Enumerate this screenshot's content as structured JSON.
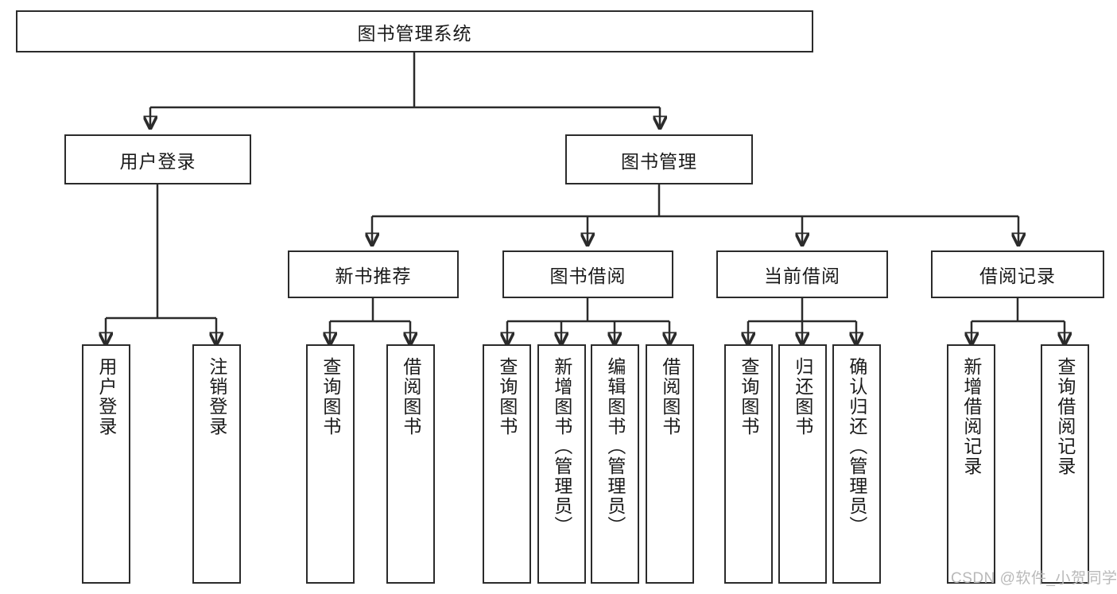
{
  "diagram": {
    "title": "图书管理系统",
    "type": "tree-hierarchy-diagram",
    "colors": {
      "stroke": "#2b2b2b",
      "fill": "#ffffff",
      "text": "#1a1a1a",
      "watermark": "#b9b9b9"
    },
    "root": {
      "label": "图书管理系统"
    },
    "level2": [
      {
        "label": "用户登录"
      },
      {
        "label": "图书管理"
      }
    ],
    "level3": [
      {
        "label": "新书推荐"
      },
      {
        "label": "图书借阅"
      },
      {
        "label": "当前借阅"
      },
      {
        "label": "借阅记录"
      }
    ],
    "leaves": {
      "user_login": [
        {
          "label": "用户登录"
        },
        {
          "label": "注销登录"
        }
      ],
      "new_book_recommend": [
        {
          "label": "查询图书"
        },
        {
          "label": "借阅图书"
        }
      ],
      "book_borrow": [
        {
          "label": "查询图书"
        },
        {
          "label": "新增图书（管理员）"
        },
        {
          "label": "编辑图书（管理员）"
        },
        {
          "label": "借阅图书"
        }
      ],
      "current_borrow": [
        {
          "label": "查询图书"
        },
        {
          "label": "归还图书"
        },
        {
          "label": "确认归还（管理员）"
        }
      ],
      "borrow_record": [
        {
          "label": "新增借阅记录"
        },
        {
          "label": "查询借阅记录"
        }
      ]
    },
    "watermark": "CSDN @软件_小贺同学"
  }
}
